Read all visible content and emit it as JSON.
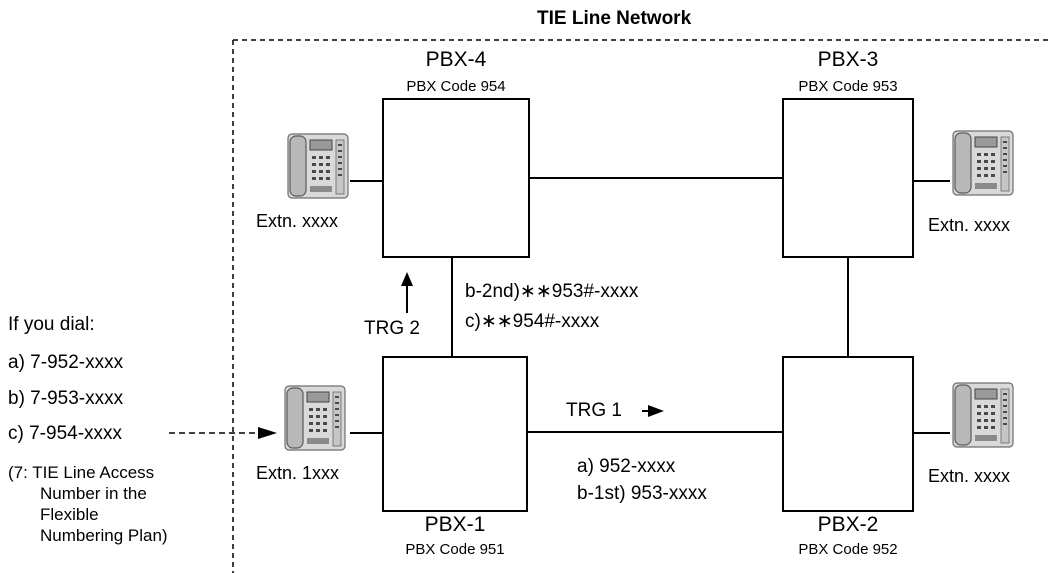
{
  "title": "TIE Line Network",
  "pbx": {
    "pbx1": {
      "name": "PBX-1",
      "code": "PBX Code 951"
    },
    "pbx2": {
      "name": "PBX-2",
      "code": "PBX Code 952"
    },
    "pbx3": {
      "name": "PBX-3",
      "code": "PBX Code 953"
    },
    "pbx4": {
      "name": "PBX-4",
      "code": "PBX Code 954"
    }
  },
  "extensions": {
    "pbx1": "Extn. 1xxx",
    "pbx2": "Extn. xxxx",
    "pbx3": "Extn. xxxx",
    "pbx4": "Extn. xxxx"
  },
  "dial": {
    "heading": "If you dial:",
    "options": [
      "a) 7-952-xxxx",
      "b) 7-953-xxxx",
      "c) 7-954-xxxx"
    ],
    "note_lines": [
      "(7: TIE Line Access",
      "Number in the",
      "Flexible",
      "Numbering Plan)"
    ]
  },
  "trunk_groups": {
    "trg1": "TRG 1",
    "trg2": "TRG 2"
  },
  "routes": {
    "to_pbx4": [
      "b-2nd)∗∗953#-xxxx",
      "c)∗∗954#-xxxx"
    ],
    "to_pbx2": [
      "a) 952-xxxx",
      "b-1st) 953-xxxx"
    ]
  }
}
